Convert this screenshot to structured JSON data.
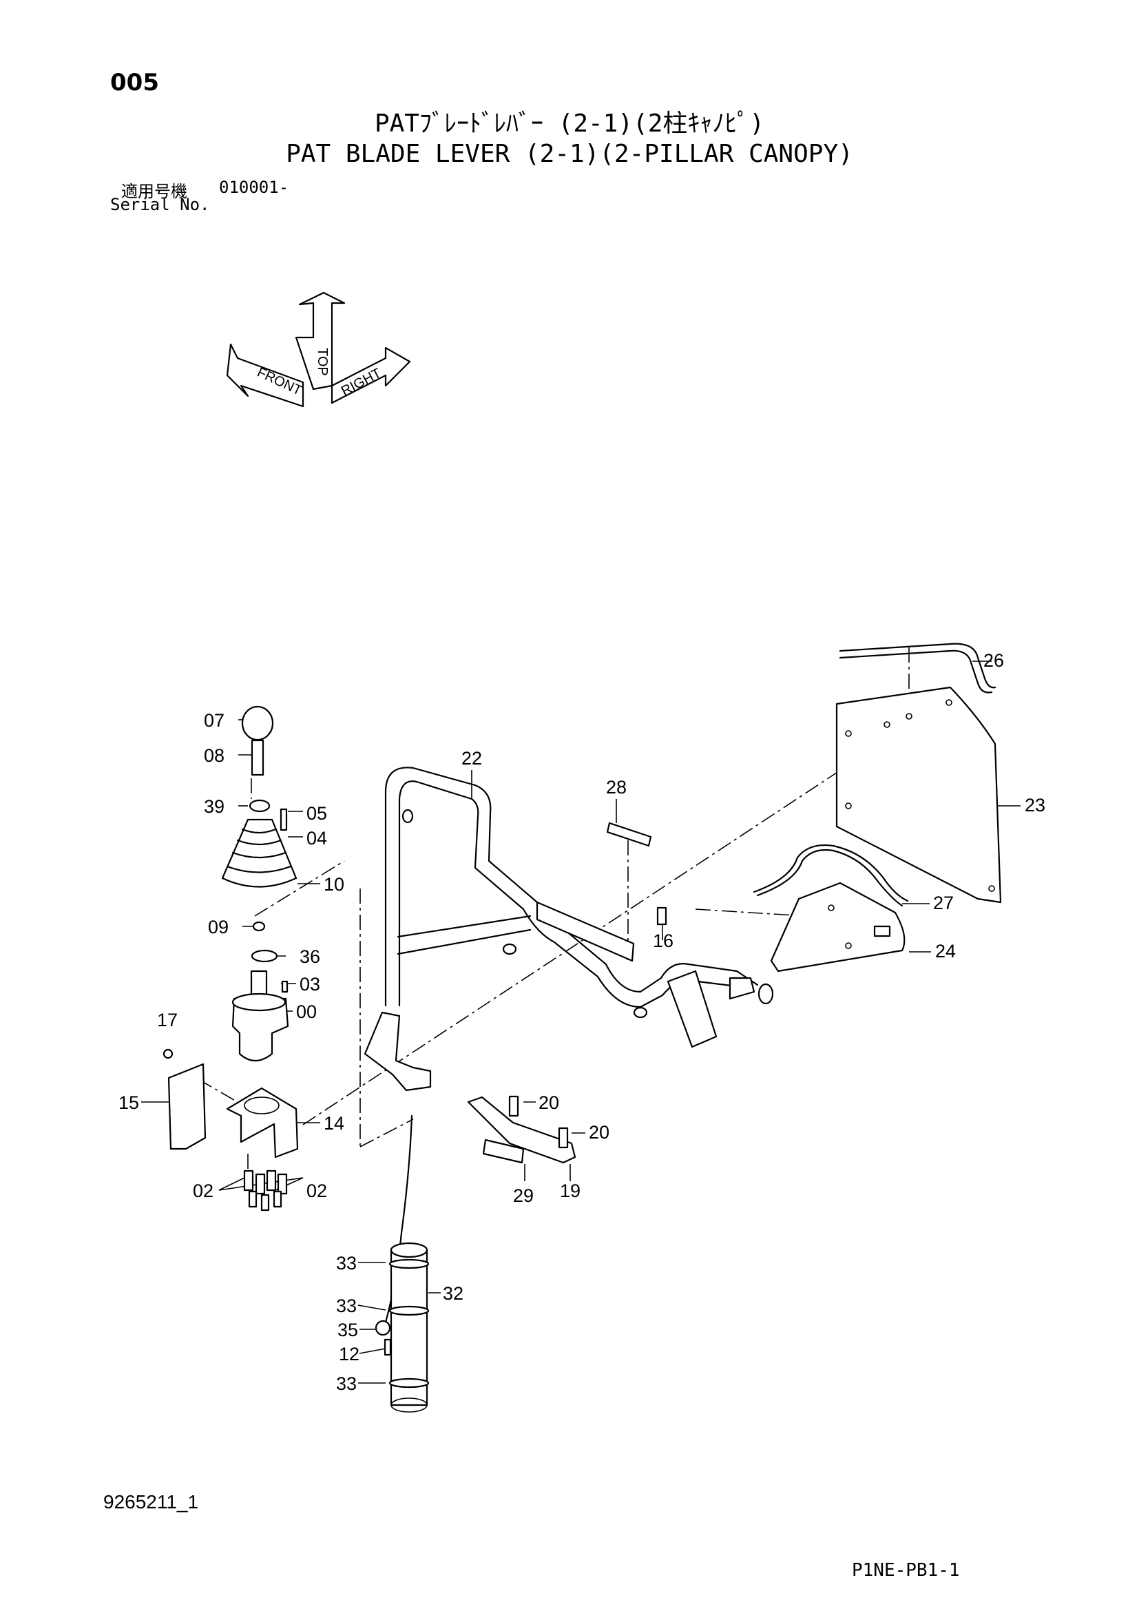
{
  "header": {
    "page_number": "005",
    "title_jp": "PATﾌﾞﾚｰﾄﾞﾚﾊﾞｰ (2-1)(2柱ｷｬﾉﾋﾟ)",
    "title_en": "PAT BLADE LEVER (2-1)(2-PILLAR CANOPY)",
    "serial_label_jp": "適用号機",
    "serial_value": "010001-",
    "serial_label_en": "Serial No."
  },
  "orientation": {
    "top": "TOP",
    "front": "FRONT",
    "right": "RIGHT"
  },
  "callouts": [
    "07",
    "08",
    "39",
    "05",
    "04",
    "10",
    "09",
    "36",
    "03",
    "00",
    "17",
    "15",
    "14",
    "02",
    "02",
    "22",
    "28",
    "16",
    "26",
    "23",
    "27",
    "24",
    "20",
    "20",
    "29",
    "19",
    "33",
    "32",
    "33",
    "35",
    "12",
    "33"
  ],
  "footer": {
    "doc_id": "9265211_1",
    "page_code": "P1NE-PB1-1"
  }
}
